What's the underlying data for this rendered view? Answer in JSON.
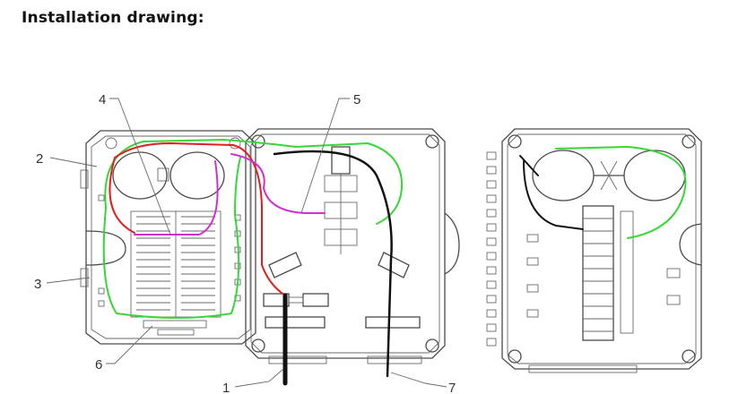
{
  "title": "Installation drawing:",
  "callouts": [
    {
      "id": "1",
      "label": "1"
    },
    {
      "id": "2",
      "label": "2"
    },
    {
      "id": "3",
      "label": "3"
    },
    {
      "id": "4",
      "label": "4"
    },
    {
      "id": "5",
      "label": "5"
    },
    {
      "id": "6",
      "label": "6"
    },
    {
      "id": "7",
      "label": "7"
    }
  ],
  "colors": {
    "outline": "#4a4a4a",
    "green_fiber": "#39d639",
    "red_fiber": "#e02020",
    "magenta_fiber": "#d030d0",
    "black_cable": "#111111"
  }
}
